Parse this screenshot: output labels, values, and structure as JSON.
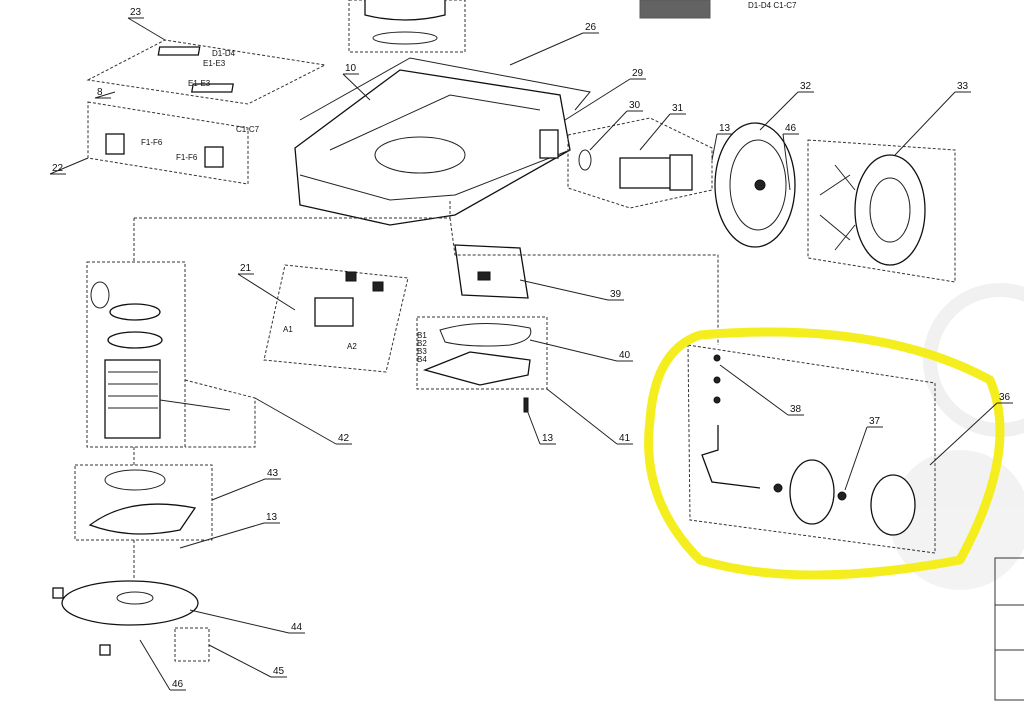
{
  "diagram": {
    "callouts": [
      "23",
      "8",
      "22",
      "10",
      "26",
      "29",
      "30",
      "31",
      "32",
      "33",
      "13",
      "46",
      "21",
      "39",
      "40",
      "38",
      "37",
      "36",
      "42",
      "13",
      "41",
      "43",
      "13",
      "44",
      "45",
      "46"
    ],
    "small_labels": {
      "d1_d4": "D1-D4",
      "e1_e3_a": "E1-E3",
      "e1_e3_b": "E1-E3",
      "c1_c7": "C1-C7",
      "f1_f6_a": "F1-F6",
      "f1_f6_b": "F1-F6",
      "a1": "A1",
      "a2": "A2",
      "b1": "B1",
      "b2": "B2",
      "b3": "B3",
      "b4": "B4",
      "top_pcb": "D1-D4 C1-C7"
    },
    "highlight_color": "#f5ee1f"
  }
}
